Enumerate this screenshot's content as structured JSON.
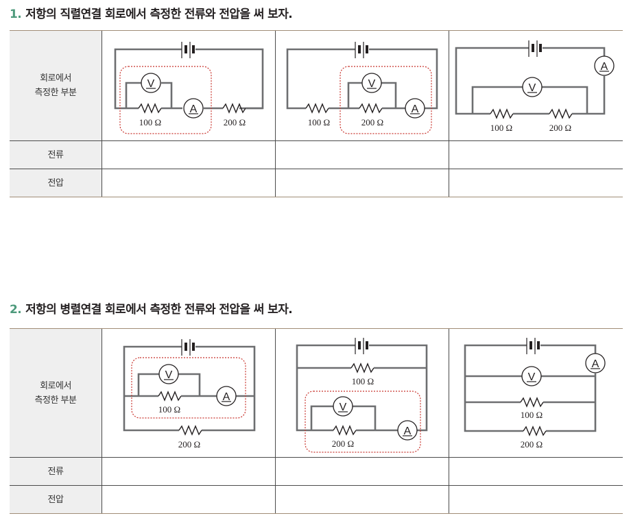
{
  "sections": [
    {
      "number": "1.",
      "title": "저항의 직렬연결 회로에서 측정한 전류와 전압을 써 보자.",
      "row_labels": {
        "measured_part": "회로에서\n측정한 부분",
        "measured_part_line1": "회로에서",
        "measured_part_line2": "측정한 부분",
        "current": "전류",
        "voltage": "전압"
      },
      "circuits": [
        {
          "type": "series",
          "measured": "100 Ω resistor",
          "labels": {
            "r1": "100 Ω",
            "r2": "200 Ω",
            "voltmeter": "V",
            "ammeter": "A"
          }
        },
        {
          "type": "series",
          "measured": "200 Ω resistor",
          "labels": {
            "r1": "100 Ω",
            "r2": "200 Ω",
            "voltmeter": "V",
            "ammeter": "A"
          }
        },
        {
          "type": "series",
          "measured": "whole circuit",
          "labels": {
            "r1": "100 Ω",
            "r2": "200 Ω",
            "voltmeter": "V",
            "ammeter": "A"
          }
        }
      ],
      "answers": {
        "current": [
          "",
          "",
          ""
        ],
        "voltage": [
          "",
          "",
          ""
        ]
      }
    },
    {
      "number": "2.",
      "title": "저항의 병렬연결 회로에서 측정한 전류와 전압을 써 보자.",
      "row_labels": {
        "measured_part_line1": "회로에서",
        "measured_part_line2": "측정한 부분",
        "current": "전류",
        "voltage": "전압"
      },
      "circuits": [
        {
          "type": "parallel",
          "measured": "100 Ω branch",
          "labels": {
            "r1": "100 Ω",
            "r2": "200 Ω",
            "voltmeter": "V",
            "ammeter": "A"
          }
        },
        {
          "type": "parallel",
          "measured": "200 Ω branch",
          "labels": {
            "r1": "100 Ω",
            "r2": "200 Ω",
            "voltmeter": "V",
            "ammeter": "A"
          }
        },
        {
          "type": "parallel",
          "measured": "whole circuit",
          "labels": {
            "r1": "100 Ω",
            "r2": "200 Ω",
            "voltmeter": "V",
            "ammeter": "A"
          }
        }
      ],
      "answers": {
        "current": [
          "",
          "",
          ""
        ],
        "voltage": [
          "",
          "",
          ""
        ]
      }
    }
  ],
  "colors": {
    "number_accent": "#4e9a7c",
    "highlight_dash": "#c8322b",
    "wire": "#6d6e70",
    "header_bg": "#efefef",
    "table_rule": "#a08c76"
  }
}
